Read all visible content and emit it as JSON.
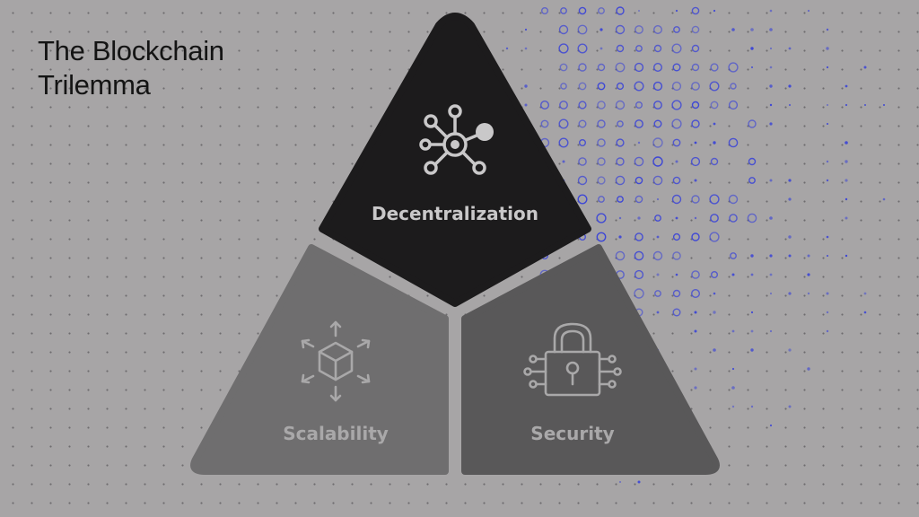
{
  "title": {
    "line1": "The Blockchain",
    "line2": "Trilemma"
  },
  "segments": {
    "top": {
      "label": "Decentralization",
      "icon": "network-nodes-icon"
    },
    "left": {
      "label": "Scalability",
      "icon": "cube-arrows-icon"
    },
    "right": {
      "label": "Security",
      "icon": "circuit-lock-icon"
    }
  },
  "colors": {
    "background": "#a7a5a6",
    "top_fill": "#1c1b1c",
    "left_fill": "#6f6e6f",
    "right_fill": "#595859",
    "accent_dots": "#3d46d6",
    "icon_stroke": "#c9c8c9"
  }
}
